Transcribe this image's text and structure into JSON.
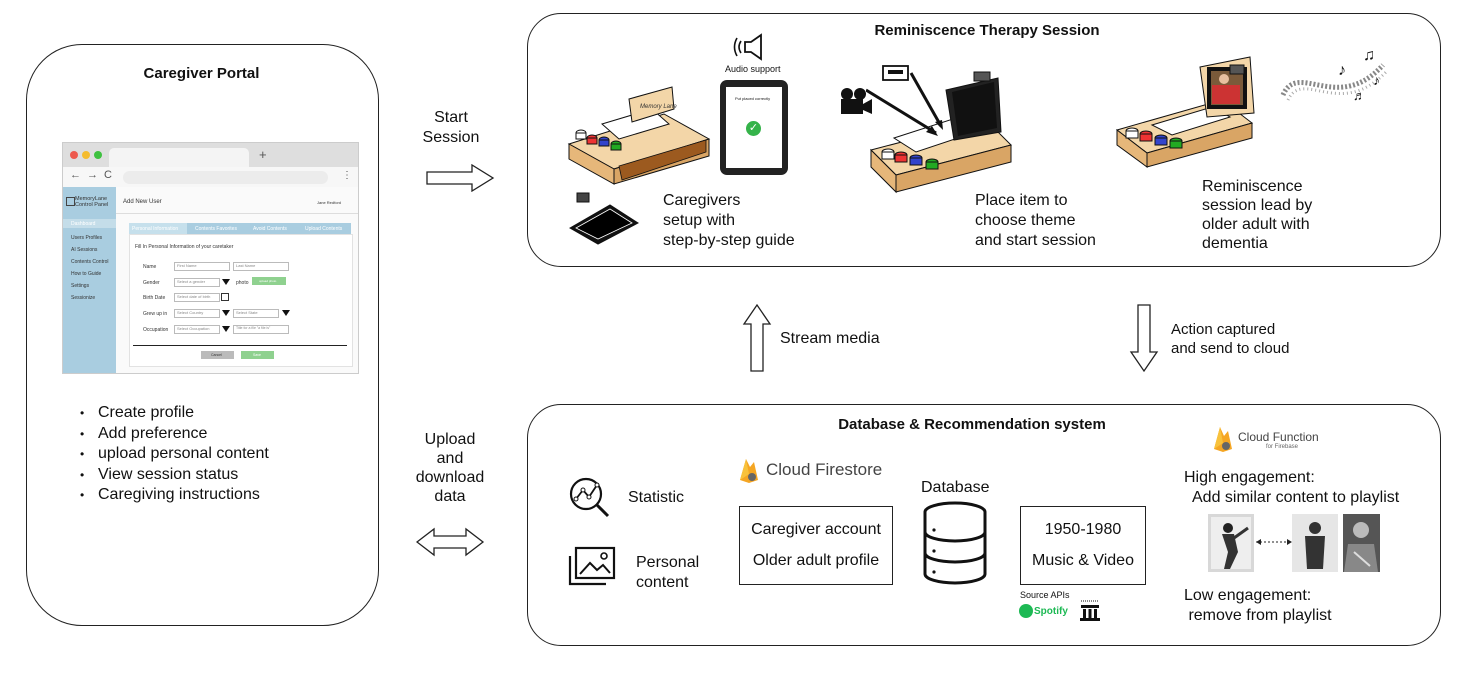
{
  "caregiver_portal": {
    "title": "Caregiver Portal",
    "bullets": [
      "Create profile",
      "Add preference",
      "upload personal content",
      "View session status",
      "Caregiving instructions"
    ],
    "screenshot": {
      "brand": "MemoryLane Control Panel",
      "header": "Add New User",
      "user": "Jane Redford",
      "tabs": [
        "Personal Information",
        "Contents Favorites",
        "Avoid Contents",
        "Upload Contents"
      ],
      "sidebar": [
        "Dashboard",
        "Users Profiles",
        "AI Sessions",
        "Contents Control",
        "How to Guide",
        "Settings",
        "Sessionize"
      ],
      "form_heading": "Fill In Personal Information of your caretaker",
      "fields": [
        "Name",
        "Gender",
        "Birth Date",
        "Grew up in",
        "Occupation"
      ],
      "placeholders": [
        "First Name",
        "Last Name",
        "Select a gender",
        "Select date of birth",
        "Select Country",
        "Select State",
        "Select Occupation",
        "Title for a file \"a file is\""
      ],
      "photo_label": "photo",
      "upload_label": "upload photo",
      "cancel": "Cancel",
      "save": "Save"
    }
  },
  "arrows": {
    "start_session": "Start\nSession",
    "stream_media": "Stream media",
    "action_captured": "Action captured\nand send to cloud",
    "upload_download": "Upload\nand\ndownload\ndata"
  },
  "session": {
    "title": "Reminiscence Therapy Session",
    "audio_support": "Audio support",
    "tablet_text": "Put placed correctly",
    "setup_text": "Caregivers\nsetup with\nstep-by-step guide",
    "place_text": "Place item to\nchoose theme\nand start session",
    "reminiscence_text": "Reminiscence\nsession lead by\nolder adult with\ndementia",
    "card_script": "Memory Lane"
  },
  "database": {
    "title": "Database & Recommendation system",
    "statistic": "Statistic",
    "personal_content": "Personal\ncontent",
    "cloud_firestore": "Cloud Firestore",
    "database_label": "Database",
    "firestore_box": [
      "Caregiver account",
      "Older adult profile"
    ],
    "media_box": [
      "1950-1980",
      "Music & Video"
    ],
    "source_apis": "Source APIs",
    "spotify": "Spotify",
    "cloud_function": "Cloud Function",
    "cloud_function_sub": "for Firebase",
    "high_engagement": "High engagement:\n  Add similar content to playlist",
    "low_engagement": "Low engagement:\n remove from playlist"
  },
  "colors": {
    "wood": "#f3d6a8",
    "wood_dark": "#b8772d",
    "portal_sidebar": "#a9cde0",
    "tab_blue": "#a9cde0",
    "firebase_orange": "#f5a623",
    "spotify_green": "#1db954",
    "check_green": "#35b34a"
  }
}
